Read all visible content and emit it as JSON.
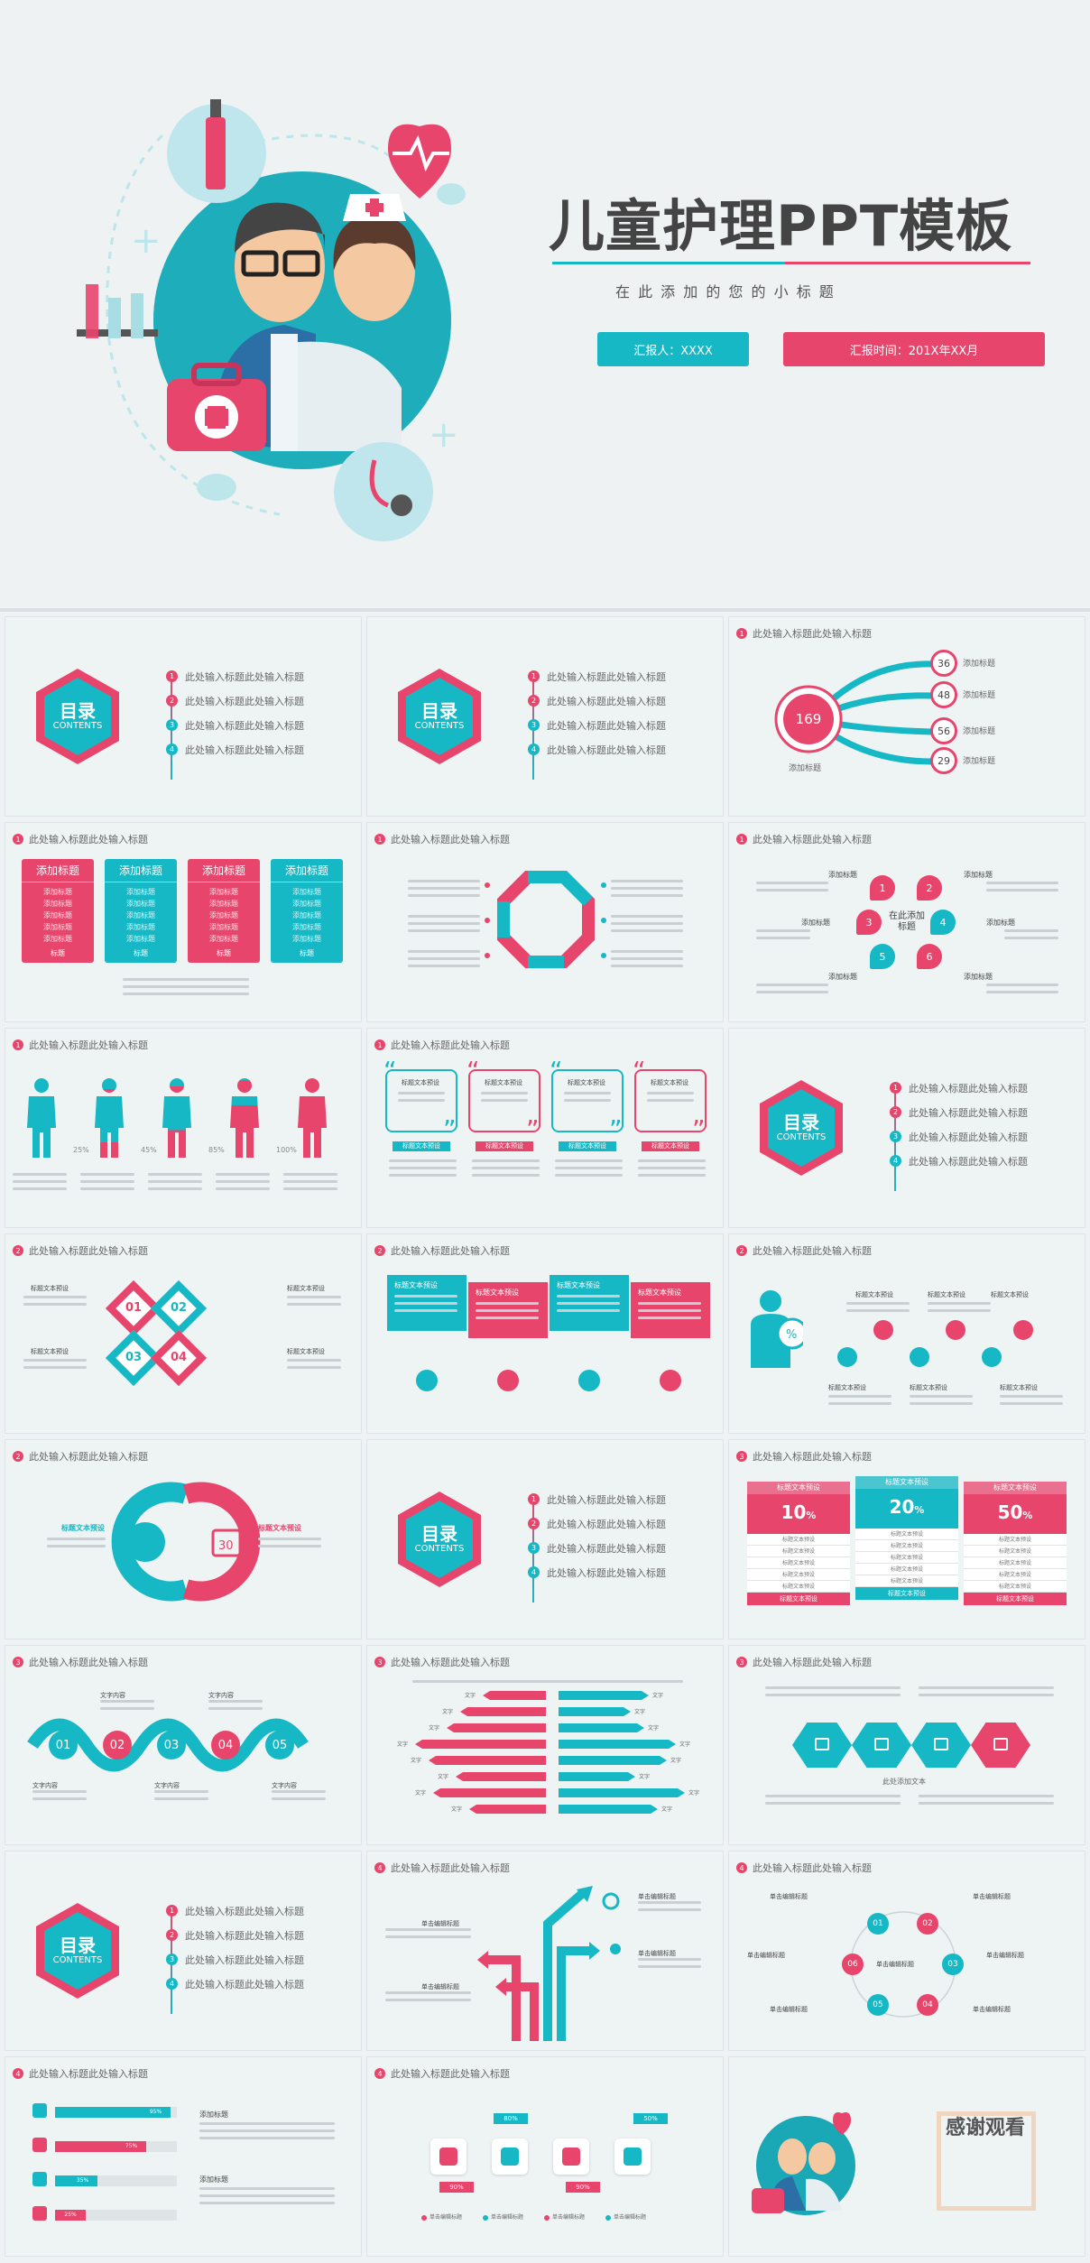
{
  "hero": {
    "title": "儿童护理PPT模板",
    "subtitle": "在 此 添 加 的 您 的 小 标 题",
    "reporter": "汇报人：XXXX",
    "time": "汇报时间：201X年XX月"
  },
  "common": {
    "header": "此处输入标题此处输入标题",
    "toc_title": "目录",
    "toc_sub": "CONTENTS",
    "toc_item": "此处输入标题此处输入标题",
    "add_title": "添加标题",
    "text_content": "文字内容",
    "title_text": "标题文本预设",
    "click_title": "单击编辑标题",
    "label": "标题",
    "text": "文字"
  },
  "colors": {
    "teal": "#15b8c4",
    "pink": "#e8456c"
  },
  "s3": {
    "center": "169",
    "values": [
      "36",
      "48",
      "56",
      "29"
    ]
  },
  "s5": {
    "center": "在此添加标题",
    "nums": [
      "1",
      "2",
      "3",
      "4",
      "5",
      "6"
    ]
  },
  "s7": {
    "percents": [
      "25%",
      "45%",
      "85%",
      "100%"
    ]
  },
  "s10": {
    "nums": [
      "01",
      "02",
      "03",
      "04"
    ]
  },
  "s14": {
    "badge": "30"
  },
  "s16": {
    "percents": [
      "10",
      "20",
      "50"
    ],
    "unit": "%"
  },
  "s17": {
    "nums": [
      "01",
      "02",
      "03",
      "04",
      "05"
    ]
  },
  "s19": {
    "caption": "此处添加文本"
  },
  "s21": {
    "nums": [
      "01",
      "02",
      "03",
      "04",
      "05",
      "06"
    ]
  },
  "s22": {
    "bars": [
      {
        "label": "95%",
        "value": 0.95
      },
      {
        "label": "75%",
        "value": 0.75
      },
      {
        "label": "35%",
        "value": 0.35
      },
      {
        "label": "25%",
        "value": 0.25
      }
    ]
  },
  "s23": {
    "percents": [
      "80%",
      "50%",
      "90%",
      "90%"
    ]
  },
  "s24": {
    "thanks": "感谢观看"
  }
}
